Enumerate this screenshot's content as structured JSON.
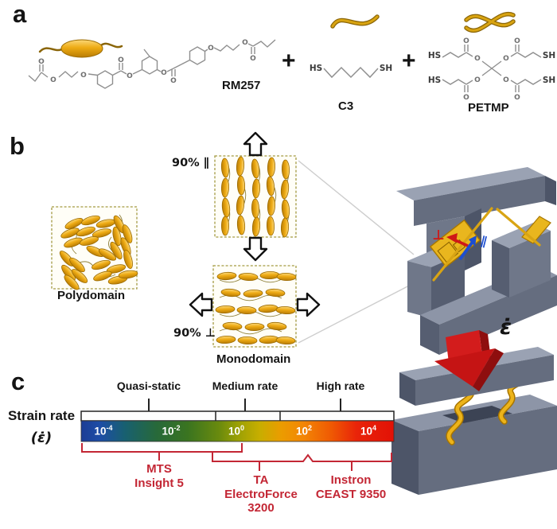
{
  "figure": {
    "panel_a_label": "a",
    "panel_b_label": "b",
    "panel_c_label": "c"
  },
  "panel_a": {
    "plus": "+",
    "rm257": "RM257",
    "c3": "C3",
    "petmp": "PETMP",
    "hs": "HS",
    "sh": "SH",
    "o": "O"
  },
  "panel_b": {
    "parallel": "90% ∥",
    "perpendicular": "90% ⊥",
    "polydomain": "Polydomain",
    "monodomain": "Monodomain",
    "strain_rate_symbol": "ε̇",
    "perp_symbol": "⊥",
    "para_symbol": "∥"
  },
  "panel_c": {
    "axis_label": "Strain rate",
    "axis_symbol": "(ε̇)",
    "regimes": [
      "Quasi-static",
      "Medium rate",
      "High rate"
    ],
    "scale_ticks": [
      {
        "base": "10",
        "exp": "-4"
      },
      {
        "base": "10",
        "exp": "-2"
      },
      {
        "base": "10",
        "exp": "0"
      },
      {
        "base": "10",
        "exp": "2"
      },
      {
        "base": "10",
        "exp": "4"
      }
    ],
    "equipment": [
      {
        "lines": [
          "MTS",
          "Insight 5",
          ""
        ]
      },
      {
        "lines": [
          "TA",
          "ElectroForce",
          "3200"
        ]
      },
      {
        "lines": [
          "Instron",
          "CEAST 9350",
          ""
        ]
      }
    ],
    "colors": {
      "accent_red": "#c32634",
      "bar_blue": "#1d4da6",
      "bar_green": "#2f6f2a",
      "bar_yellow": "#c7ae00",
      "bar_orange": "#f38605",
      "bar_red": "#e21106",
      "mesogen_gold": "#eeab14",
      "fixture_gray": "#656d7f"
    }
  }
}
